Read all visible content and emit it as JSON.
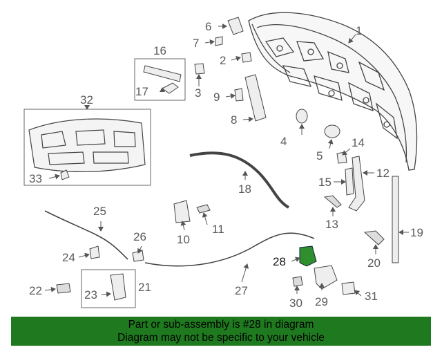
{
  "callouts": {
    "c1": "1",
    "c2": "2",
    "c3": "3",
    "c4": "4",
    "c5": "5",
    "c6": "6",
    "c7": "7",
    "c8": "8",
    "c9": "9",
    "c10": "10",
    "c11": "11",
    "c12": "12",
    "c13": "13",
    "c14": "14",
    "c15": "15",
    "c16": "16",
    "c17": "17",
    "c18": "18",
    "c19": "19",
    "c20": "20",
    "c21": "21",
    "c22": "22",
    "c23": "23",
    "c24": "24",
    "c25": "25",
    "c26": "26",
    "c27": "27",
    "c28": "28",
    "c29": "29",
    "c30": "30",
    "c31": "31",
    "c32": "32",
    "c33": "33"
  },
  "highlight": {
    "part_number": "28",
    "color": "#2f8f2f"
  },
  "footer": {
    "line1": "Part or sub-assembly is #28 in diagram",
    "line2": "Diagram may not be specific to your vehicle",
    "background": "#1f7a1f"
  }
}
